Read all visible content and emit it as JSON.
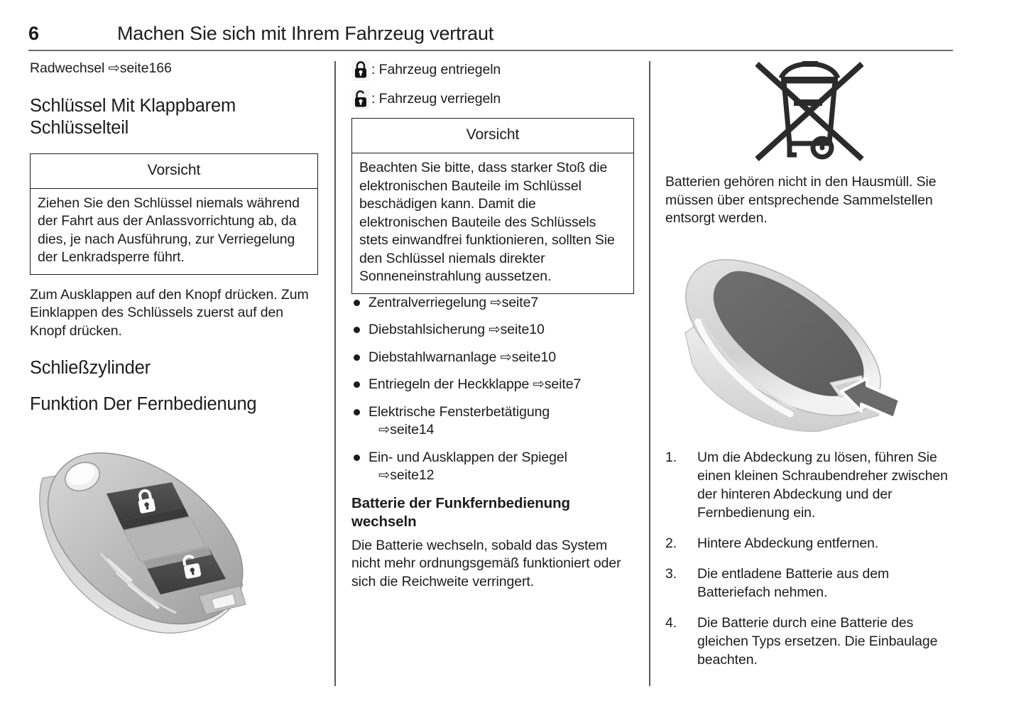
{
  "header": {
    "page_number": "6",
    "title": "Machen Sie sich mit Ihrem Fahrzeug vertraut"
  },
  "left_column": {
    "top_reference": "Radwechsel ⇨seite166",
    "heading_1": "Schlüssel Mit Klappbarem Schlüsselteil",
    "warning": {
      "title": "Vorsicht",
      "body": "Ziehen Sie den Schlüssel niemals während der Fahrt aus der Anlassvorrichtung ab, da dies, je nach Ausführung, zur Verriegelung der Lenkradsperre führt."
    },
    "paragraph": "Zum Ausklappen auf den Knopf drücken. Zum Einklappen des Schlüssels zuerst auf den Knopf drücken.",
    "heading_2": "Schließzylinder",
    "heading_3": "Funktion Der Fernbedienung",
    "figure_caption": "key-fob-illustration"
  },
  "middle_column": {
    "lock_legend": [
      {
        "icon": "padlock-closed-icon",
        "label": ": Fahrzeug entriegeln"
      },
      {
        "icon": "padlock-open-icon",
        "label": ": Fahrzeug verriegeln"
      }
    ],
    "warning": {
      "title": "Vorsicht",
      "body": "Beachten Sie bitte, dass starker Stoß die elektronischen Bauteile im Schlüssel beschädigen kann. Damit die elektronischen Bauteile des Schlüssels stets einwandfrei funktionieren, sollten Sie den Schlüssel niemals direkter Sonneneinstrahlung aussetzen."
    },
    "bullets": [
      {
        "text": "Zentralverriegelung ⇨seite7",
        "continuation": ""
      },
      {
        "text": "Diebstahlsicherung ⇨seite10",
        "continuation": ""
      },
      {
        "text": "Diebstahlwarnanlage ⇨seite10",
        "continuation": ""
      },
      {
        "text": "Entriegeln der Heckklappe ⇨seite7",
        "continuation": ""
      },
      {
        "text": "Elektrische Fensterbetätigung",
        "continuation": "⇨seite14"
      },
      {
        "text": "Ein- und Ausklappen der Spiegel",
        "continuation": "⇨seite12"
      }
    ],
    "heading": "Batterie der Funkfernbedienung wechseln",
    "paragraph": "Die Batterie wechseln, sobald das System nicht mehr ordnungsgemäß funktioniert oder sich die Reichweite verringert."
  },
  "right_column": {
    "bin_symbol": "crossed-out-wheelie-bin-icon",
    "disposal_text": "Batterien gehören nicht in den Hausmüll. Sie müssen über entsprechende Sammelstellen entsorgt werden.",
    "figure_caption": "remote-cover-removal-illustration",
    "steps": [
      {
        "num": "1.",
        "text": "Um die Abdeckung zu lösen, führen Sie einen kleinen Schraubendreher zwischen der hinteren Abdeckung und der Fernbedienung ein."
      },
      {
        "num": "2.",
        "text": "Hintere Abdeckung entfernen."
      },
      {
        "num": "3.",
        "text": "Die entladene Batterie aus dem Batteriefach nehmen."
      },
      {
        "num": "4.",
        "text": "Die Batterie durch eine Batterie des gleichen Typs ersetzen. Die Einbaulage beachten."
      }
    ]
  },
  "colors": {
    "text": "#1c1c1c",
    "rule": "#6e6e6e",
    "divider": "#5a5a5a",
    "fob_body": "#b9b9b9",
    "fob_button": "#4a4a4a",
    "remote_body": "#d2d2d2",
    "remote_panel": "#6b6b6b"
  }
}
